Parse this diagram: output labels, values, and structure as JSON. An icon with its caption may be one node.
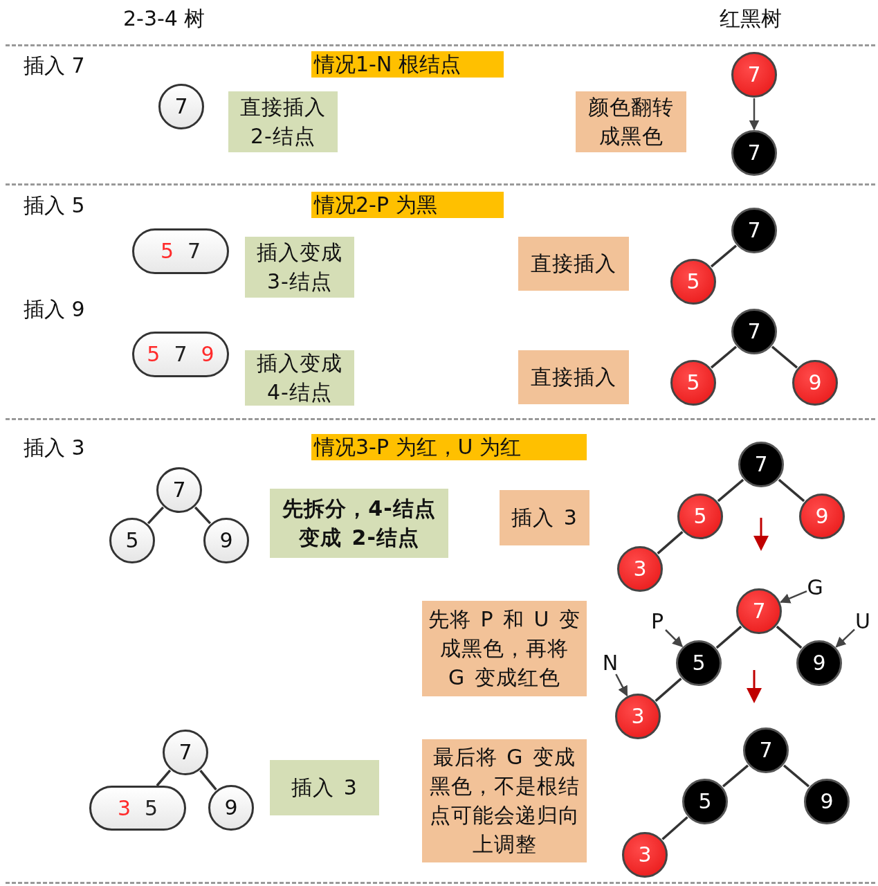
{
  "diagram": {
    "nodes": [
      {
        "text": [
          "情况1-N 根结点"
        ]
      },
      {
        "text": [
          "7"
        ]
      },
      {
        "text": [
          "7"
        ]
      },
      {
        "text": [
          "直接插入2-结点"
        ]
      },
      {
        "text": [
          "颜色翻转成黑色"
        ]
      },
      {
        "text": [
          "7"
        ]
      },
      {
        "text": [
          "情况2-P 为黑"
        ]
      },
      {
        "text": [
          "7"
        ]
      },
      {
        "text": [
          "5",
          "7"
        ]
      },
      {
        "text": [
          "插入变成3-结点"
        ]
      },
      {
        "text": [
          "直接插入"
        ]
      },
      {
        "text": [
          "5"
        ]
      },
      {
        "text": [
          "7"
        ]
      },
      {
        "text": [
          "5",
          "7",
          "9"
        ]
      },
      {
        "text": [
          "插入变成4-结点"
        ]
      },
      {
        "text": [
          "直接插入"
        ]
      },
      {
        "text": [
          "5"
        ]
      },
      {
        "text": [
          "9"
        ]
      },
      {
        "text": [
          "情况3-P 为红，U 为红"
        ]
      },
      {
        "text": [
          "7"
        ]
      },
      {
        "text": [
          "7"
        ]
      },
      {
        "text": [
          "先拆分，4-结点变成 2-结点"
        ]
      },
      {
        "text": [
          "插入 3"
        ]
      },
      {
        "text": [
          "5"
        ]
      },
      {
        "text": [
          "9"
        ]
      },
      {
        "text": [
          "5"
        ]
      },
      {
        "text": [
          "9"
        ]
      },
      {
        "text": [
          "3"
        ]
      },
      {
        "text": [
          "先将 P 和 U 变成黑色，再将 G 变成红色"
        ]
      },
      {
        "text": [
          "G"
        ]
      },
      {
        "text": [
          "7"
        ]
      },
      {
        "text": [
          "P"
        ]
      },
      {
        "text": [
          "U"
        ]
      },
      {
        "text": [
          "N"
        ]
      },
      {
        "text": [
          "5"
        ]
      },
      {
        "text": [
          "9"
        ]
      },
      {
        "text": [
          "3"
        ]
      },
      {
        "text": [
          "最后将 G 变成黑色，不是根结点可能会递归向上调整"
        ]
      },
      {
        "text": [
          "7"
        ]
      },
      {
        "text": [
          "插入 3"
        ]
      },
      {
        "text": [
          "7"
        ]
      },
      {
        "text": [
          "3",
          "5"
        ]
      },
      {
        "text": [
          "9"
        ]
      },
      {
        "text": [
          "5"
        ]
      },
      {
        "text": [
          "9"
        ]
      },
      {
        "text": [
          "3"
        ]
      }
    ],
    "edges": [
      {
        "from": 1,
        "to": 5,
        "arrow": "to"
      },
      {
        "from": 7,
        "to": 11,
        "arrow": "none"
      },
      {
        "from": 12,
        "to": 16,
        "arrow": "none"
      },
      {
        "from": 12,
        "to": 17,
        "arrow": "none"
      },
      {
        "from": 20,
        "to": 25,
        "arrow": "none"
      },
      {
        "from": 20,
        "to": 26,
        "arrow": "none"
      },
      {
        "from": 19,
        "to": 23,
        "arrow": "none"
      },
      {
        "from": 19,
        "to": 24,
        "arrow": "none"
      },
      {
        "from": 23,
        "to": 27,
        "arrow": "none"
      },
      {
        "from": 30,
        "to": 34,
        "arrow": "none"
      },
      {
        "from": 30,
        "to": 35,
        "arrow": "none"
      },
      {
        "from": 34,
        "to": 36,
        "arrow": "none"
      },
      {
        "from": 29,
        "to": 30,
        "arrow": "to"
      },
      {
        "from": 31,
        "to": 34,
        "arrow": "to"
      },
      {
        "from": 32,
        "to": 35,
        "arrow": "to"
      },
      {
        "from": 33,
        "to": 36,
        "arrow": "to"
      },
      {
        "from": 38,
        "to": 41,
        "arrow": "none"
      },
      {
        "from": 38,
        "to": 42,
        "arrow": "none"
      },
      {
        "from": 40,
        "to": 43,
        "arrow": "none"
      },
      {
        "from": 40,
        "to": 44,
        "arrow": "none"
      },
      {
        "from": 43,
        "to": 45,
        "arrow": "none"
      }
    ],
    "labels": [
      "2-3-4 树",
      "红黑树",
      "插入 7",
      "插入 5",
      "插入 9",
      "插入 3"
    ]
  }
}
